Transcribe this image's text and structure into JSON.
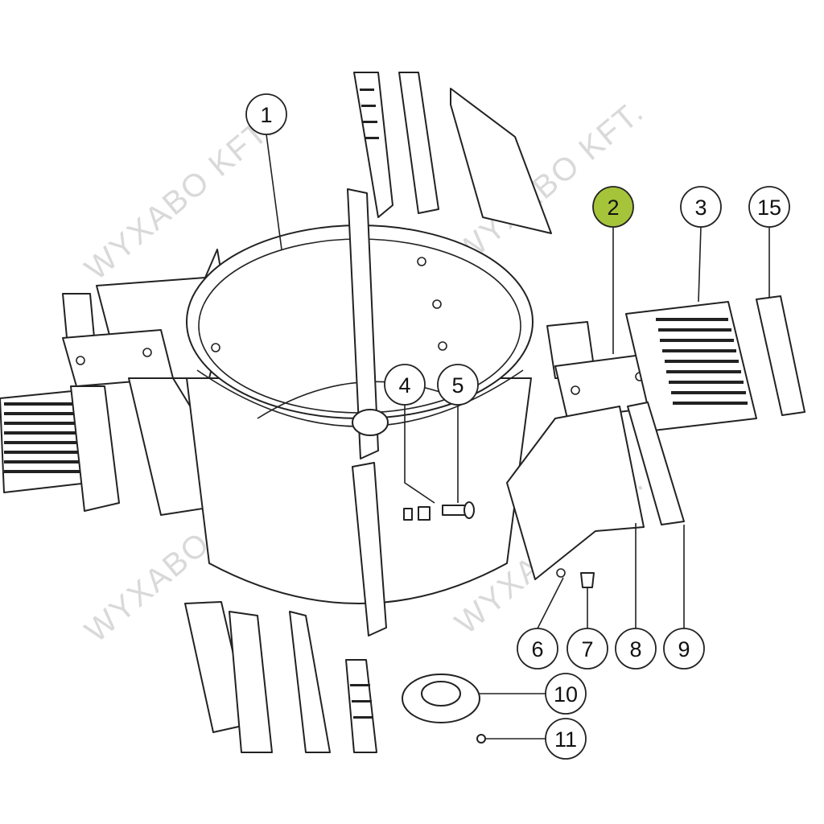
{
  "watermark": "WYXABO KFT.",
  "highlight_color": "#a5c43a",
  "callouts": [
    {
      "label": "1",
      "highlighted": false
    },
    {
      "label": "2",
      "highlighted": true
    },
    {
      "label": "3",
      "highlighted": false
    },
    {
      "label": "15",
      "highlighted": false
    },
    {
      "label": "4",
      "highlighted": false
    },
    {
      "label": "5",
      "highlighted": false
    },
    {
      "label": "6",
      "highlighted": false
    },
    {
      "label": "7",
      "highlighted": false
    },
    {
      "label": "8",
      "highlighted": false
    },
    {
      "label": "9",
      "highlighted": false
    },
    {
      "label": "10",
      "highlighted": false
    },
    {
      "label": "11",
      "highlighted": false
    }
  ]
}
